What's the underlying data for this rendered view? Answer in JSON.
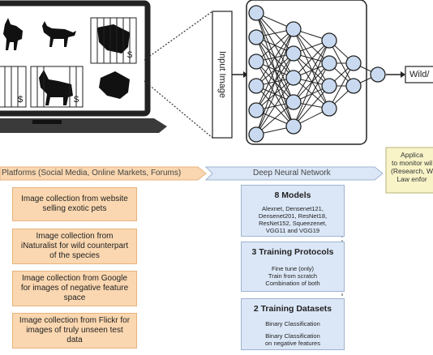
{
  "input_label": "Input Image",
  "output_label": "Wild/",
  "price_tag": "$",
  "banner": {
    "platforms": "Platforms (Social Media, Online Markets, Forums)",
    "dnn": "Deep Neural Network"
  },
  "application": {
    "lines": [
      "Applica",
      "to monitor wil",
      "(Research, W",
      "Law enfor"
    ]
  },
  "collections": [
    "Image collection from website selling exotic pets",
    "Image collection from iNaturalist for wild counterpart of the species",
    "Image collection from Google for images of negative feature space",
    "Image collection from Flickr for images of truly unseen test data"
  ],
  "models": {
    "title": "8 Models",
    "lines": [
      "Alexnet, Densenet121,",
      "Densenet201, ResNet18,",
      "ResNet152, Squeezenet,",
      "VGG11 and VGG19"
    ]
  },
  "protocols": {
    "title": "3 Training Protocols",
    "lines": [
      "Fine tune (only)",
      "Train from scratch",
      "Combination of both"
    ]
  },
  "datasets": {
    "title": "2 Training Datasets",
    "lines": [
      "Binary Classification",
      "",
      "Binary Classification",
      "on negative features"
    ]
  },
  "colors": {
    "orange_fill": "#fad7b0",
    "blue_fill": "#dbe7f7",
    "node_fill": "#c9daf0",
    "app_fill": "#f8f4c8"
  }
}
